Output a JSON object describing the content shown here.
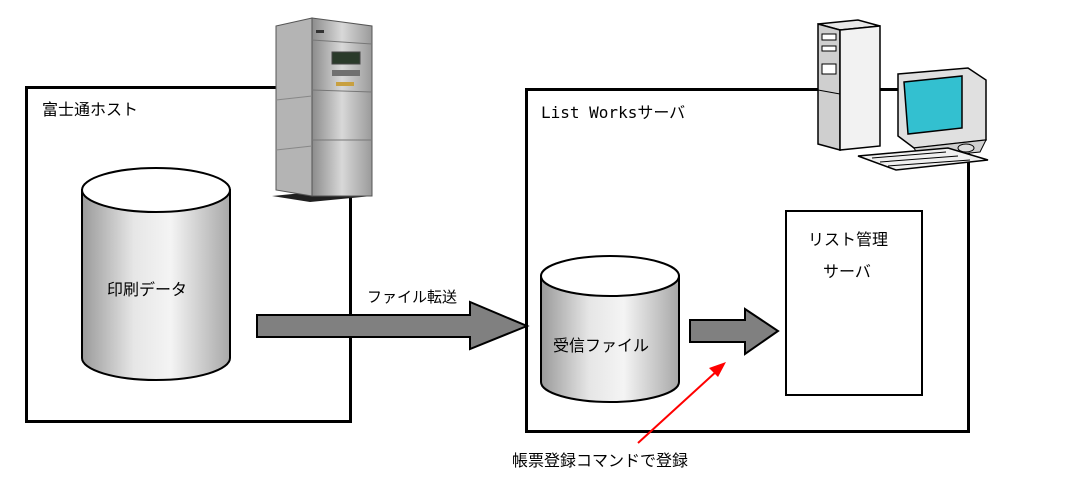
{
  "host": {
    "title": "富士通ホスト",
    "cylinder_label": "印刷データ"
  },
  "server": {
    "title": "List Worksサーバ",
    "cylinder_label": "受信ファイル"
  },
  "list_manager": {
    "line1": "リスト管理",
    "line2": "サーバ"
  },
  "transfer_label": "ファイル転送",
  "command_label": "帳票登録コマンドで登録",
  "colors": {
    "arrow_fill": "#808080",
    "red_arrow": "#ff0000",
    "monitor_screen": "#33c0d0"
  },
  "icons": {
    "mainframe": "mainframe-icon",
    "workstation": "server-workstation-icon"
  }
}
